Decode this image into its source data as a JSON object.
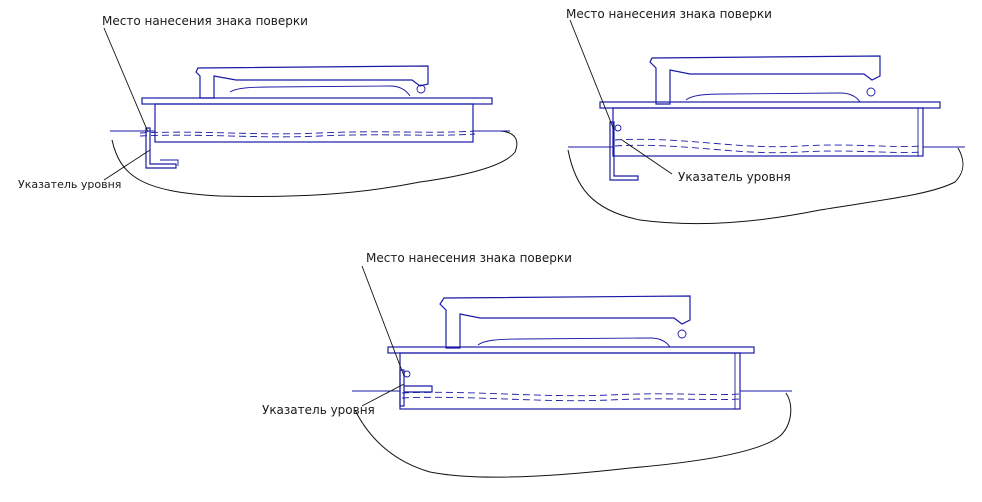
{
  "diagrams": [
    {
      "verification_label": "Место нанесения знака поверки",
      "level_label": "Указатель уровня"
    },
    {
      "verification_label": "Место нанесения знака поверки",
      "level_label": "Указатель уровня"
    },
    {
      "verification_label": "Место нанесения знака поверки",
      "level_label": "Указатель уровня"
    }
  ],
  "colors": {
    "drawing_lines": "#1a1aa8",
    "ground_lines": "#111111",
    "text": "#1a1a1a"
  }
}
